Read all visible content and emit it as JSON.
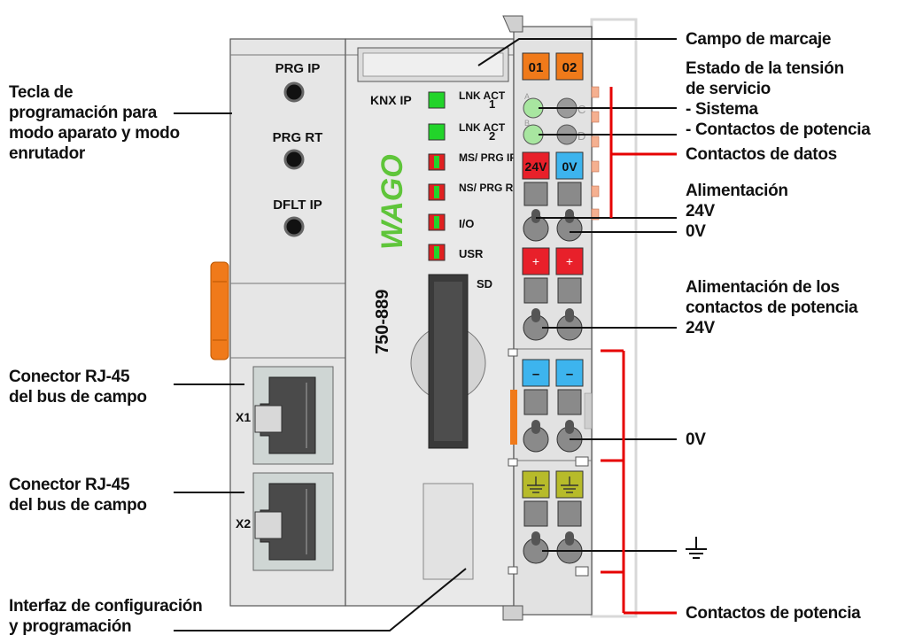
{
  "device": {
    "buttons": [
      "PRG IP",
      "PRG RT",
      "DFLT IP"
    ],
    "bus_name": "KNX IP",
    "brand": "WAGO",
    "model": "750-889",
    "ports": [
      "X1",
      "X2"
    ],
    "slot_label": "SD",
    "leds": [
      {
        "label": "LNK ACT",
        "number": "1"
      },
      {
        "label": "LNK ACT",
        "number": "2"
      },
      {
        "label": "MS/ PRG IP",
        "number": ""
      },
      {
        "label": "NS/ PRG RT",
        "number": ""
      },
      {
        "label": "I/O",
        "number": ""
      },
      {
        "label": "USR",
        "number": ""
      }
    ],
    "terminal_numbers": [
      "01",
      "02"
    ],
    "status_letters": [
      "A",
      "C",
      "B",
      "D"
    ],
    "terminal_markings": {
      "v24": "24V",
      "v0": "0V",
      "plus": "+",
      "minus": "–"
    }
  },
  "labels_left": [
    {
      "lines": [
        "Tecla de",
        "programación para",
        "modo aparato y modo",
        "enrutador"
      ]
    },
    {
      "lines": [
        "Conector RJ-45",
        "del bus de campo"
      ]
    },
    {
      "lines": [
        "Conector RJ-45",
        "del bus de campo"
      ]
    },
    {
      "lines": [
        "Interfaz de configuración",
        "y programación"
      ]
    }
  ],
  "labels_right": [
    {
      "lines": [
        "Campo de marcaje"
      ]
    },
    {
      "lines": [
        "Estado de la tensión",
        "de servicio",
        "- Sistema",
        "- Contactos de potencia"
      ]
    },
    {
      "lines": [
        "Contactos de datos"
      ]
    },
    {
      "lines": [
        "Alimentación",
        "24V",
        "0V"
      ]
    },
    {
      "lines": [
        "Alimentación de los",
        "contactos de potencia",
        "24V"
      ]
    },
    {
      "lines": [
        "0V"
      ]
    },
    {
      "lines": [
        "Contactos de potencia"
      ]
    }
  ],
  "colors": {
    "housing": "#e6e6e6",
    "housing_dark": "#d2d2d2",
    "led_green": "#22d42a",
    "led_red": "#e02020",
    "wago_green": "#5fc53a",
    "orange": "#f07a1a",
    "red_terminal": "#e8202a",
    "blue_terminal": "#3db4ee",
    "ground_terminal": "#b7bb2a",
    "leader_red": "#e60000",
    "status_green": "#a8e6a0"
  }
}
